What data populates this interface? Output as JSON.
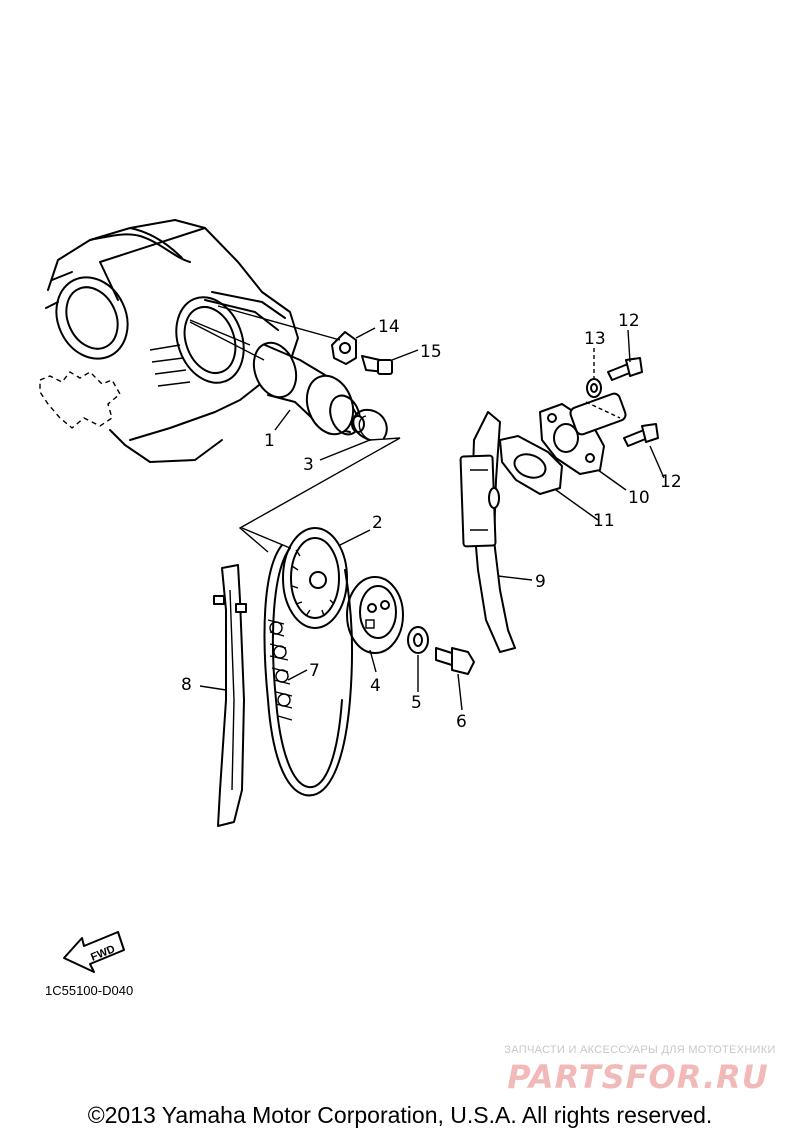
{
  "callouts": {
    "c1": "1",
    "c2": "2",
    "c3": "3",
    "c4": "4",
    "c5": "5",
    "c6": "6",
    "c7": "7",
    "c8": "8",
    "c9": "9",
    "c10": "10",
    "c11": "11",
    "c12a": "12",
    "c12b": "12",
    "c13": "13",
    "c14": "14",
    "c15": "15"
  },
  "fwd_label": "FWD",
  "diagram_code": "1C55100-D040",
  "watermark": {
    "tagline": "ЗАПЧАСТИ И АКСЕССУАРЫ ДЛЯ МОТОТЕХНИКИ",
    "logo": "PARTSFOR.RU"
  },
  "copyright": "©2013 Yamaha Motor Corporation, U.S.A. All rights reserved."
}
